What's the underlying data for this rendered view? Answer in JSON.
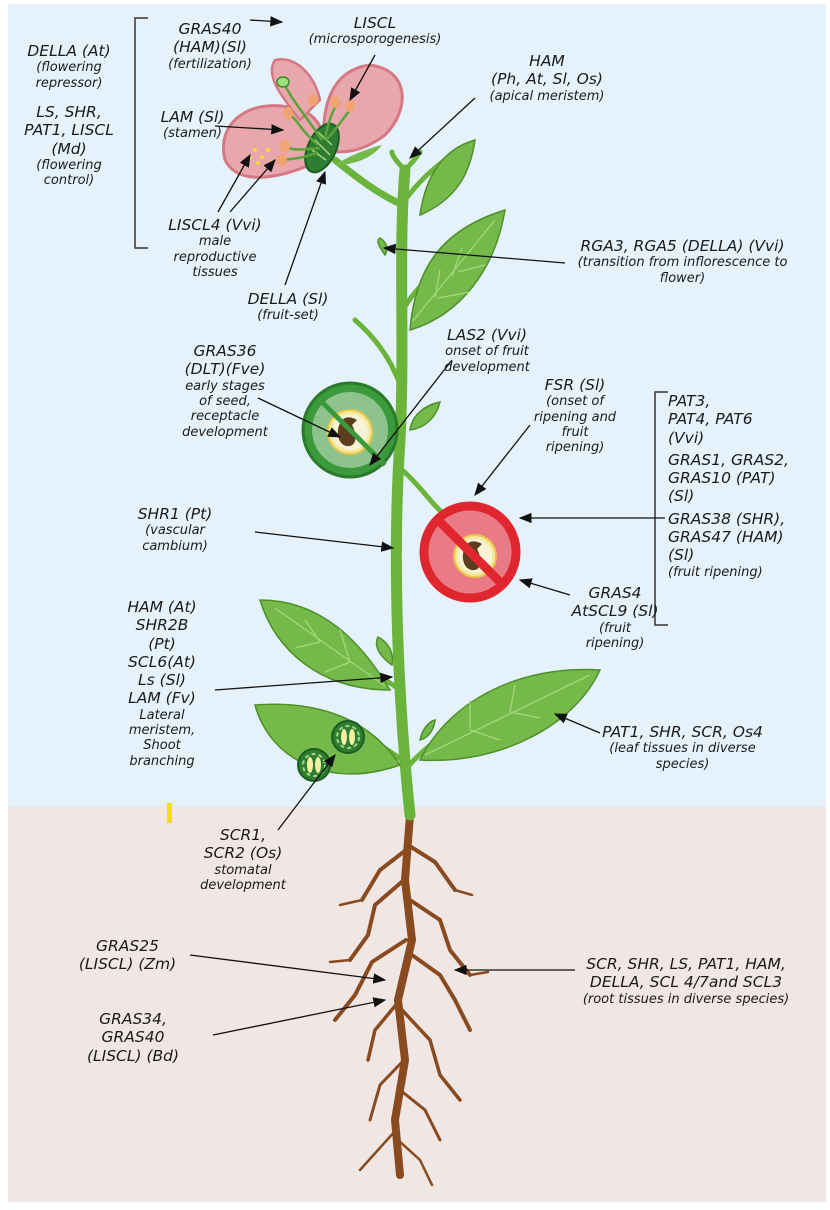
{
  "colors": {
    "sky": "#e6f2fb",
    "soil": "#f0e6e3",
    "stem": "#6ab43c",
    "leaf": "#75b94a",
    "petal": "#e8a7ad",
    "root": "#8a4a1f",
    "prohibit": "#e0262e"
  },
  "labels": {
    "della_at": {
      "gene": [
        "DELLA (At)"
      ],
      "func": [
        "(flowering",
        "repressor)"
      ]
    },
    "ls_shr_md": {
      "gene": [
        "LS, SHR,",
        "PAT1, LISCL",
        "(Md)"
      ],
      "func": [
        "(flowering",
        "control)"
      ]
    },
    "gras40": {
      "gene": [
        "GRAS40",
        "(HAM)(Sl)"
      ],
      "func": [
        "(fertilization)"
      ]
    },
    "liscl": {
      "gene": [
        "LISCL"
      ],
      "func": [
        "(microsporogenesis)"
      ]
    },
    "ham_apical": {
      "gene": [
        "HAM",
        "(Ph, At, Sl, Os)"
      ],
      "func": [
        "(apical meristem)"
      ]
    },
    "lam_sl": {
      "gene": [
        "LAM (Sl)"
      ],
      "func": [
        "(stamen)"
      ]
    },
    "liscl4": {
      "gene": [
        "LISCL4 (Vvi)"
      ],
      "func": [
        "male",
        "reproductive",
        "tissues"
      ]
    },
    "della_sl": {
      "gene": [
        "DELLA (Sl)"
      ],
      "func": [
        "(fruit-set)"
      ]
    },
    "rga": {
      "gene": [
        "RGA3, RGA5 (DELLA) (Vvi)"
      ],
      "func": [
        "(transition from inflorescence to",
        "flower)"
      ]
    },
    "gras36": {
      "gene": [
        "GRAS36",
        "(DLT)(Fve)"
      ],
      "func": [
        "early stages",
        "of seed,",
        "receptacle",
        "development"
      ]
    },
    "las2": {
      "gene": [
        "LAS2 (Vvi)"
      ],
      "func": [
        "onset of fruit",
        "development"
      ]
    },
    "fsr": {
      "gene": [
        "FSR (Sl)"
      ],
      "func": [
        "(onset of",
        "ripening and",
        "fruit",
        "ripening)"
      ]
    },
    "pat_right": {
      "gene": [
        "PAT3,",
        "PAT4, PAT6",
        "(Vvi)",
        "GRAS1, GRAS2,",
        "GRAS10 (PAT)",
        "(Sl)",
        "GRAS38 (SHR),",
        "GRAS47 (HAM)",
        "(Sl)"
      ],
      "func": [
        "(fruit ripening)"
      ]
    },
    "shr1": {
      "gene": [
        "SHR1 (Pt)"
      ],
      "func": [
        "(vascular",
        "cambium)"
      ]
    },
    "gras4": {
      "gene": [
        "GRAS4",
        "AtSCL9 (Sl)"
      ],
      "func": [
        "(fruit",
        "ripening)"
      ]
    },
    "ham_at": {
      "gene": [
        "HAM (At)",
        "SHR2B",
        "(Pt)",
        "SCL6(At)",
        "Ls (Sl)",
        "LAM (Fv)"
      ],
      "func": [
        "Lateral",
        "meristem,",
        "Shoot",
        "branching"
      ]
    },
    "pat1_leaf": {
      "gene": [
        "PAT1, SHR, SCR, Os4"
      ],
      "func": [
        "(leaf tissues in diverse",
        "species)"
      ]
    },
    "scr1": {
      "gene": [
        "SCR1,",
        "SCR2  (Os)"
      ],
      "func": [
        "stomatal",
        "development"
      ]
    },
    "gras25": {
      "gene": [
        "GRAS25",
        "(LISCL) (Zm)"
      ],
      "func": []
    },
    "gras34": {
      "gene": [
        "GRAS34,",
        "GRAS40",
        "(LISCL) (Bd)"
      ],
      "func": []
    },
    "root_right": {
      "gene": [
        "SCR, SHR, LS, PAT1, HAM,",
        "DELLA, SCL 4/7and SCL3"
      ],
      "func": [
        "(root tissues in diverse species)"
      ]
    }
  }
}
